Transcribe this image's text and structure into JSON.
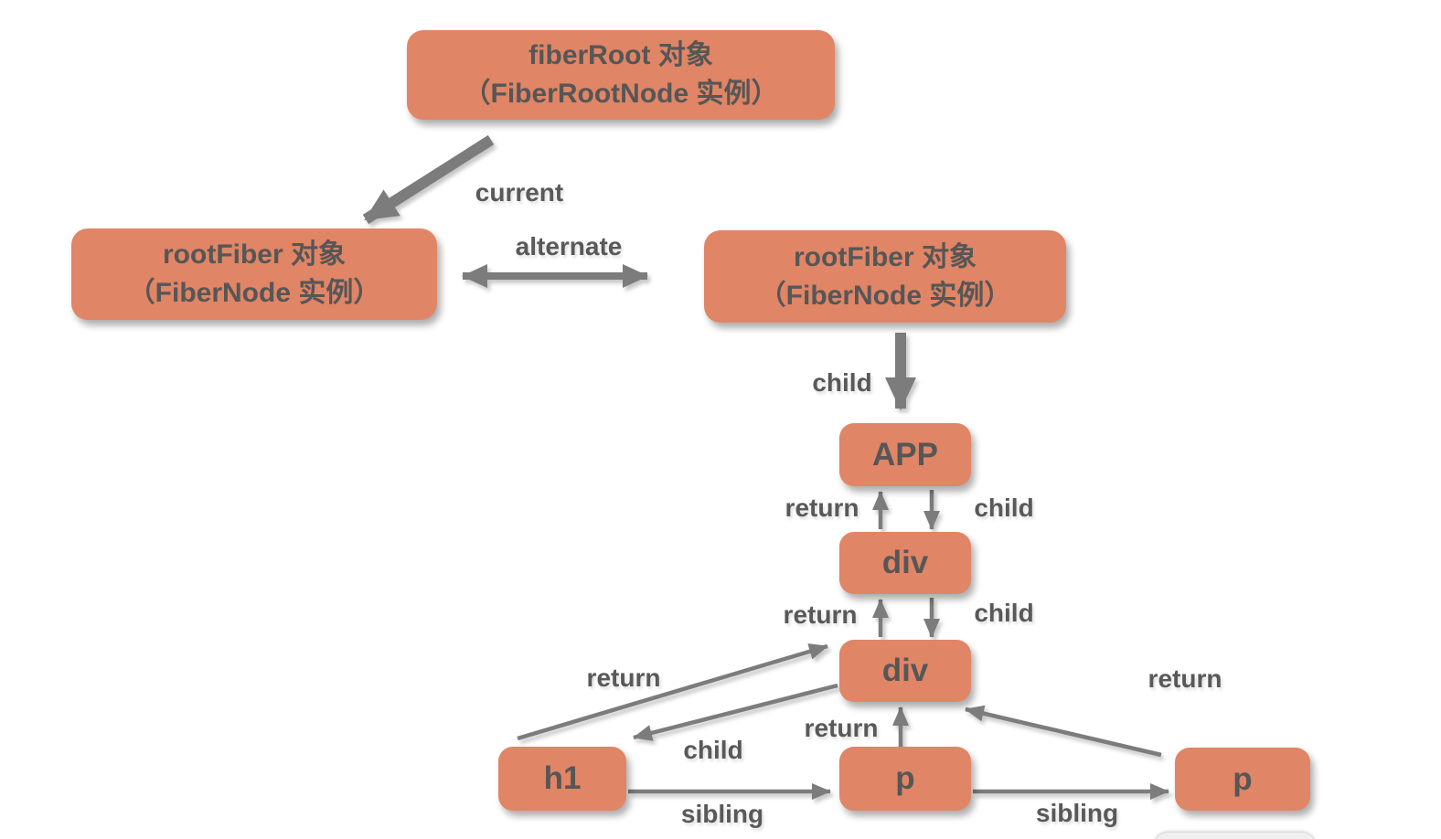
{
  "colors": {
    "node_fill": "#E08566",
    "node_text": "#565656",
    "arrow": "#7c7c7c",
    "label_text": "#595959",
    "background": "#ffffff"
  },
  "nodes": {
    "fiber_root": {
      "line1": "fiberRoot 对象",
      "line2": "（FiberRootNode 实例）"
    },
    "root_fiber_left": {
      "line1": "rootFiber 对象",
      "line2": "（FiberNode 实例）"
    },
    "root_fiber_right": {
      "line1": "rootFiber 对象",
      "line2": "（FiberNode 实例）"
    },
    "app": {
      "label": "APP"
    },
    "div1": {
      "label": "div"
    },
    "div2": {
      "label": "div"
    },
    "h1": {
      "label": "h1"
    },
    "p1": {
      "label": "p"
    },
    "p2": {
      "label": "p"
    }
  },
  "edge_labels": {
    "current": "current",
    "alternate": "alternate",
    "child_root": "child",
    "return_app": "return",
    "child_app": "child",
    "return_div": "return",
    "child_div": "child",
    "return_h1": "return",
    "child_h1": "child",
    "return_p1": "return",
    "return_p2": "return",
    "sibling_h1_p": "sibling",
    "sibling_p_p": "sibling"
  }
}
